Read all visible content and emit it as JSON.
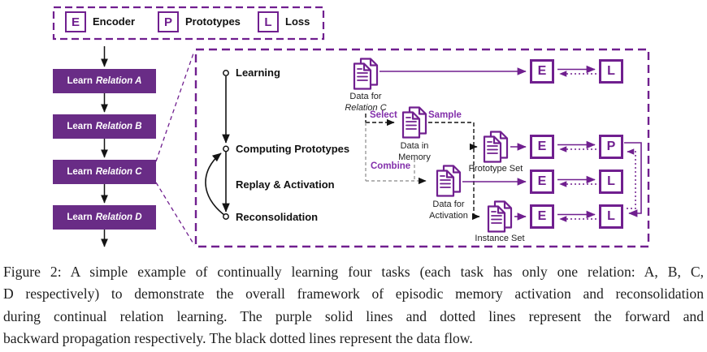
{
  "colors": {
    "purple_lines": "#701f8f",
    "purple_task_fill": "#692c86",
    "purple_label_text": "#8330ab",
    "black": "#141414",
    "gray_dashed": "#9b9b9b",
    "white": "#ffffff"
  },
  "legend": {
    "items": [
      {
        "letter": "E",
        "label": "Encoder"
      },
      {
        "letter": "P",
        "label": "Prototypes"
      },
      {
        "letter": "L",
        "label": "Loss"
      }
    ]
  },
  "tasks": [
    {
      "prefix": "Learn",
      "name": "Relation A"
    },
    {
      "prefix": "Learn",
      "name": "Relation B"
    },
    {
      "prefix": "Learn",
      "name": "Relation C"
    },
    {
      "prefix": "Learn",
      "name": "Relation D"
    }
  ],
  "timeline": {
    "steps": [
      "Learning",
      "Computing Prototypes",
      "Replay & Activation",
      "Reconsolidation"
    ]
  },
  "docs": {
    "data_for_relation_c": {
      "line1": "Data for",
      "line2": "Relation C"
    },
    "data_in_memory": {
      "line1": "Data in",
      "line2": "Memory"
    },
    "data_for_activation": {
      "line1": "Data for",
      "line2": "Activation"
    },
    "prototype_set": {
      "label": "Prototype Set"
    },
    "instance_set": {
      "label": "Instance Set"
    }
  },
  "flow_labels": {
    "select": "Select",
    "sample": "Sample",
    "combine": "Combine"
  },
  "units": {
    "rows": [
      {
        "left": "E",
        "right": "L"
      },
      {
        "left": "E",
        "right": "P"
      },
      {
        "left": "E",
        "right": "L"
      },
      {
        "left": "E",
        "right": "L"
      }
    ]
  },
  "caption": {
    "lines": [
      "Figure 2: A simple example of continually learning four tasks (each task has only one relation: A, B, C,",
      "D respectively) to demonstrate the overall framework of episodic memory activation and reconsolidation",
      "during continual relation learning. The purple solid lines and dotted lines represent the forward and",
      "backward propagation respectively. The black dotted lines represent the data flow."
    ]
  }
}
